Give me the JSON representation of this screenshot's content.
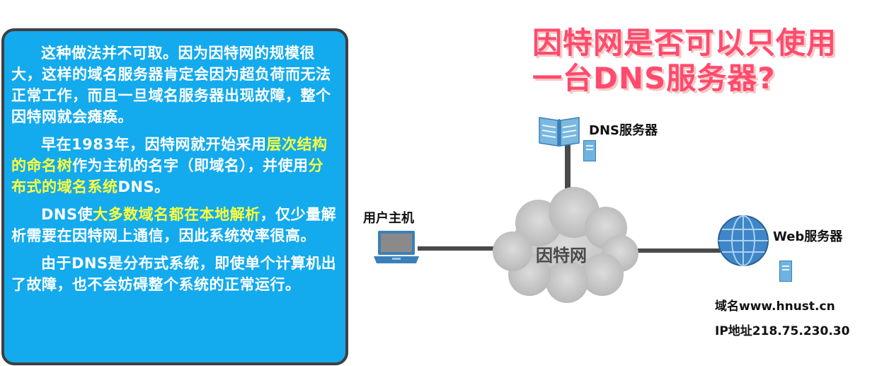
{
  "panel": {
    "p1": "这种做法并不可取。因为因特网的规模很大，这样的域名服务器肯定会因为超负荷而无法正常工作，而且一旦域名服务器出现故障，整个因特网就会瘫痪。",
    "p2_a": "早在1983年，因特网就开始采用",
    "p2_hl1": "层次结构的命名树",
    "p2_b": "作为主机的名字（即域名），并使用",
    "p2_hl2": "分布式的域名系统",
    "p2_c": "DNS。",
    "p3_a": "DNS使",
    "p3_hl": "大多数域名都在本地解析",
    "p3_b": "，仅少量解析需要在因特网上通信，因此系统效率很高。",
    "p4": "由于DNS是分布式系统，即使单个计算机出了故障，也不会妨碍整个系统的正常运行。"
  },
  "diagram": {
    "title_line1": "因特网是否可以只使用",
    "title_line2": "一台DNS服务器?",
    "dns_label": "DNS服务器",
    "user_label": "用户主机",
    "cloud_label": "因特网",
    "web_label": "Web服务器",
    "domain_info": "域名www.hnust.cn",
    "ip_info": "IP地址218.75.230.30"
  },
  "colors": {
    "panel_bg": "#13aaee",
    "highlight": "#ffff3b",
    "title": "#ff4b6e"
  },
  "icons": [
    "book-icon",
    "server-icon",
    "laptop-icon",
    "cloud-icon",
    "globe-icon"
  ]
}
